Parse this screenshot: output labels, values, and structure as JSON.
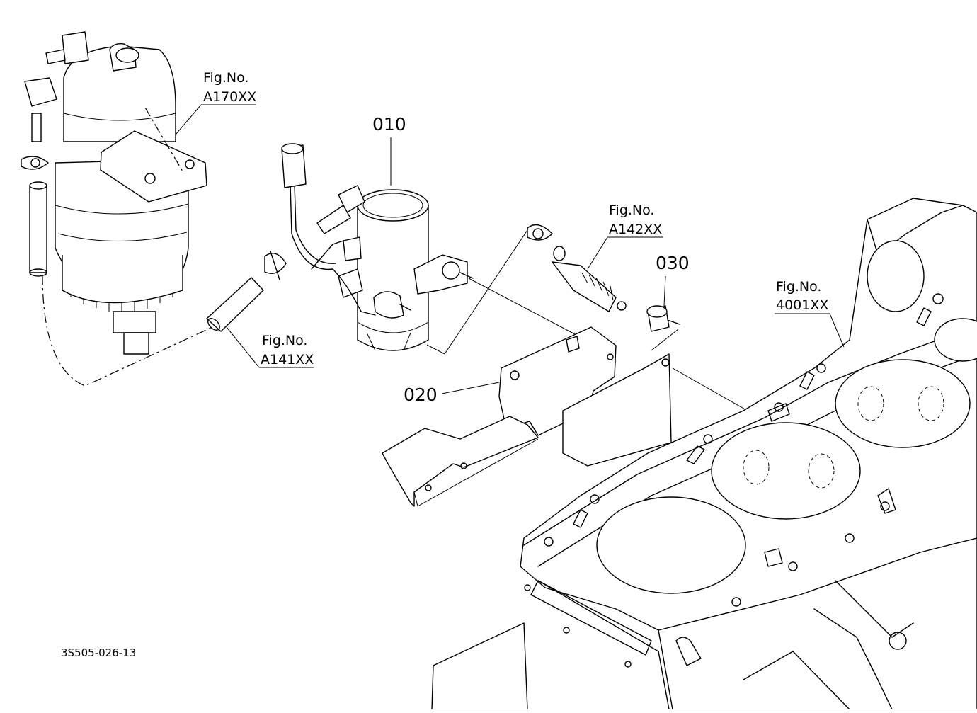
{
  "diagram": {
    "callouts": {
      "fig_a170": {
        "line1": "Fig.No.",
        "line2": "A170XX"
      },
      "fig_a141": {
        "line1": "Fig.No.",
        "line2": "A141XX"
      },
      "fig_a142": {
        "line1": "Fig.No.",
        "line2": "A142XX"
      },
      "fig_4001": {
        "line1": "Fig.No.",
        "line2": "4001XX"
      }
    },
    "part_numbers": {
      "p010": "010",
      "p020": "020",
      "p030": "030"
    },
    "drawing_code": "3S505-026-13"
  }
}
